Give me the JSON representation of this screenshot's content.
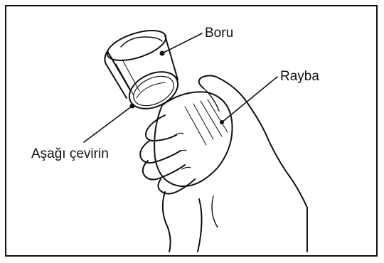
{
  "labels": {
    "pipe": "Boru",
    "reamer": "Rayba",
    "turn_down": "Aşağı çevirin"
  },
  "colors": {
    "line": "#111111",
    "background": "#ffffff"
  },
  "icons": [
    "pipe-illustration",
    "reamer-illustration",
    "hand-illustration"
  ]
}
